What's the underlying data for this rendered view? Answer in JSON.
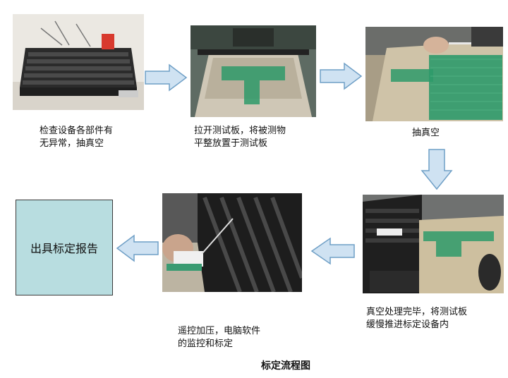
{
  "colors": {
    "arrow_fill": "#cfe2f2",
    "arrow_stroke": "#6f9fc6",
    "report_box_fill": "#b8dde0",
    "pcb_green": "#2e9a6a"
  },
  "steps": [
    {
      "image": "test-equipment-photo",
      "caption": "检查设备各部件有\n无异常，抽真空"
    },
    {
      "image": "test-board-open-photo",
      "caption": "拉开测试板，将被测物\n平整放置于测试板"
    },
    {
      "image": "vacuum-photo",
      "caption": "抽真空"
    },
    {
      "image": "push-into-device-photo",
      "caption": "真空处理完毕，将测试板\n缓慢推进标定设备内"
    },
    {
      "image": "remote-pressure-photo",
      "caption": "遥控加压，电脑软件\n的监控和标定"
    }
  ],
  "final_step": {
    "label": "出具标定报告"
  },
  "title": "标定流程图"
}
